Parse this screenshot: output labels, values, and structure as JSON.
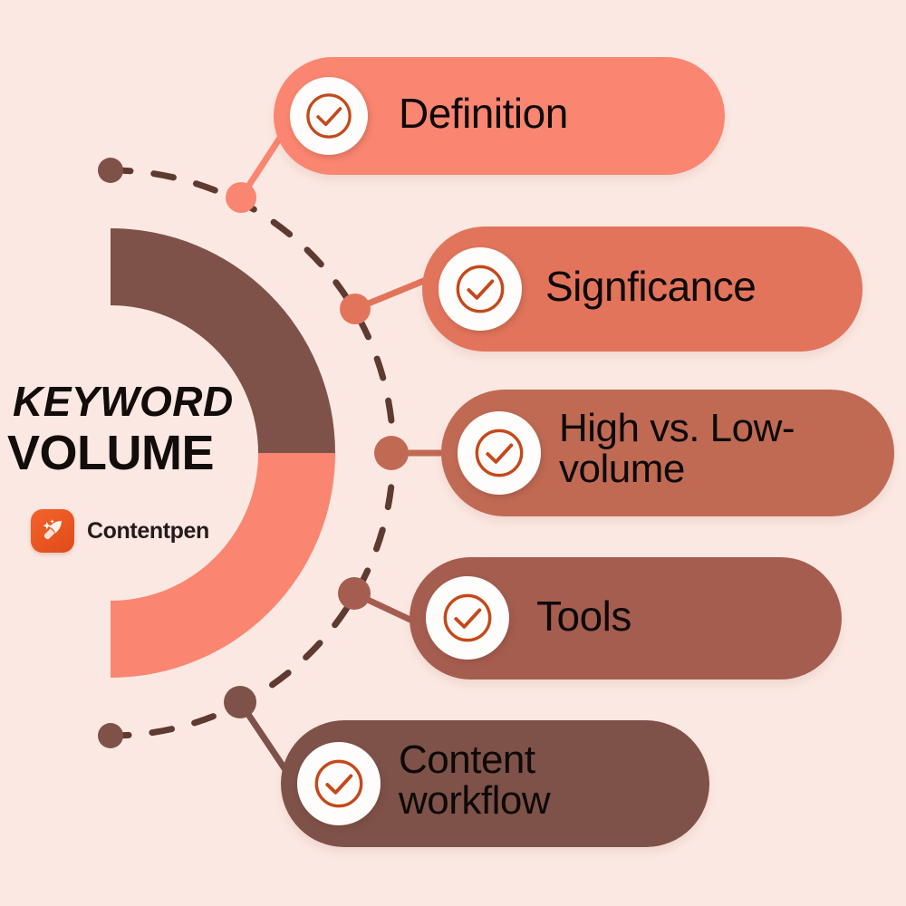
{
  "theme": {
    "background": "#FCE8E2",
    "text_dark": "#0E0908",
    "check_orange": "#C4491A",
    "badge_white": "#FFFDFC",
    "arc_top": "#7E5248",
    "arc_bottom": "#FA8570",
    "brand_orange": "#EF5A23"
  },
  "hero": {
    "title_line_1": "KEYWORD",
    "title_line_2": "VOLUME"
  },
  "brand": {
    "name": "Contentpen",
    "mark_icon": "sparkle-pen-icon"
  },
  "gauge": {
    "type": "half-donut",
    "segments": [
      {
        "name": "upper",
        "color": "#7E5248",
        "sweep_degrees": 90
      },
      {
        "name": "lower",
        "color": "#FA8570",
        "sweep_degrees": 90
      }
    ]
  },
  "items": [
    {
      "index": 1,
      "label": "Definition",
      "color": "#FA8570",
      "icon": "check-circle-icon",
      "node_color": "#FA8570"
    },
    {
      "index": 2,
      "label": "Signficance",
      "color": "#E2745C",
      "icon": "check-circle-icon",
      "node_color": "#E2745C"
    },
    {
      "index": 3,
      "label": "High vs. Low-\nvolume",
      "color": "#C06A54",
      "icon": "check-circle-icon",
      "node_color": "#C06A54"
    },
    {
      "index": 4,
      "label": "Tools",
      "color": "#A55D50",
      "icon": "check-circle-icon",
      "node_color": "#A55D50"
    },
    {
      "index": 5,
      "label": "Content\nworkflow",
      "color": "#7E5248",
      "icon": "check-circle-icon",
      "node_color": "#7E5248"
    }
  ],
  "decor": {
    "dashed_arc_color": "#5E3A30",
    "endpoint_dot_top_color": "#7E5248",
    "endpoint_dot_bottom_color": "#7E5248"
  }
}
